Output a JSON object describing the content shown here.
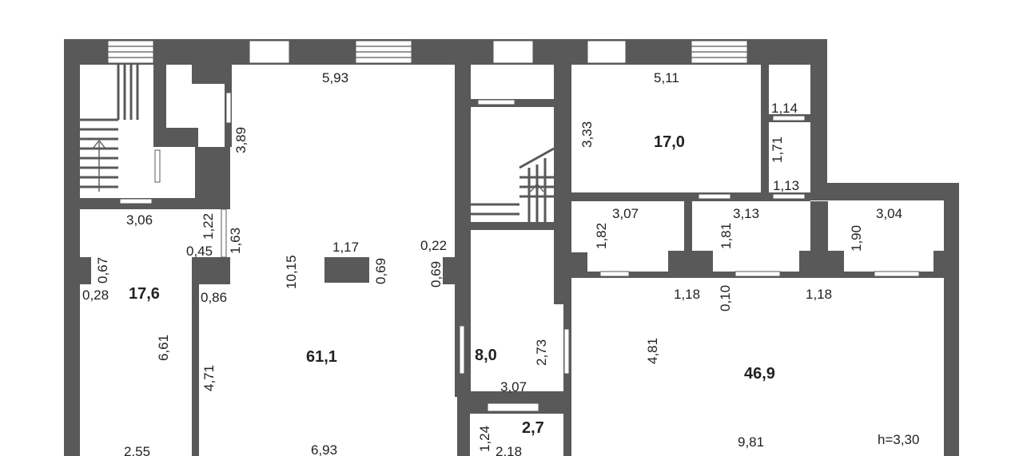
{
  "colors": {
    "wall": "#595959",
    "background": "#ffffff",
    "text": "#222222"
  },
  "areas": {
    "room_17_6": "17,6",
    "room_61_1": "61,1",
    "room_8_0": "8,0",
    "room_2_7": "2,7",
    "room_17_0": "17,0",
    "room_46_9": "46,9"
  },
  "dimensions": {
    "d_5_93": "5,93",
    "d_3_89": "3,89",
    "d_3_06": "3,06",
    "d_1_22": "1,22",
    "d_1_63": "1,63",
    "d_0_45": "0,45",
    "d_0_67": "0,67",
    "d_0_28": "0,28",
    "d_0_86": "0,86",
    "d_1_17": "1,17",
    "d_0_69a": "0,69",
    "d_10_15": "10,15",
    "d_0_22": "0,22",
    "d_0_69b": "0,69",
    "d_6_61": "6,61",
    "d_4_71": "4,71",
    "d_2_55": "2,55",
    "d_6_93": "6,93",
    "d_2_73": "2,73",
    "d_3_07a": "3,07",
    "d_1_24": "1,24",
    "d_2_18": "2,18",
    "d_5_11": "5,11",
    "d_3_33": "3,33",
    "d_1_14": "1,14",
    "d_1_71": "1,71",
    "d_1_13": "1,13",
    "d_3_07b": "3,07",
    "d_1_82": "1,82",
    "d_3_13": "3,13",
    "d_1_81": "1,81",
    "d_3_04": "3,04",
    "d_1_90": "1,90",
    "d_1_18a": "1,18",
    "d_0_10": "0,10",
    "d_1_18b": "1,18",
    "d_4_81": "4,81",
    "d_9_81": "9,81"
  },
  "ceiling_height": "h=3,30"
}
